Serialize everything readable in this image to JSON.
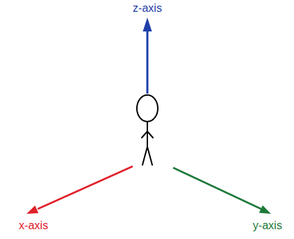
{
  "diagram": {
    "labels": [
      "z-axis",
      "x-axis",
      "y-axis"
    ]
  }
}
